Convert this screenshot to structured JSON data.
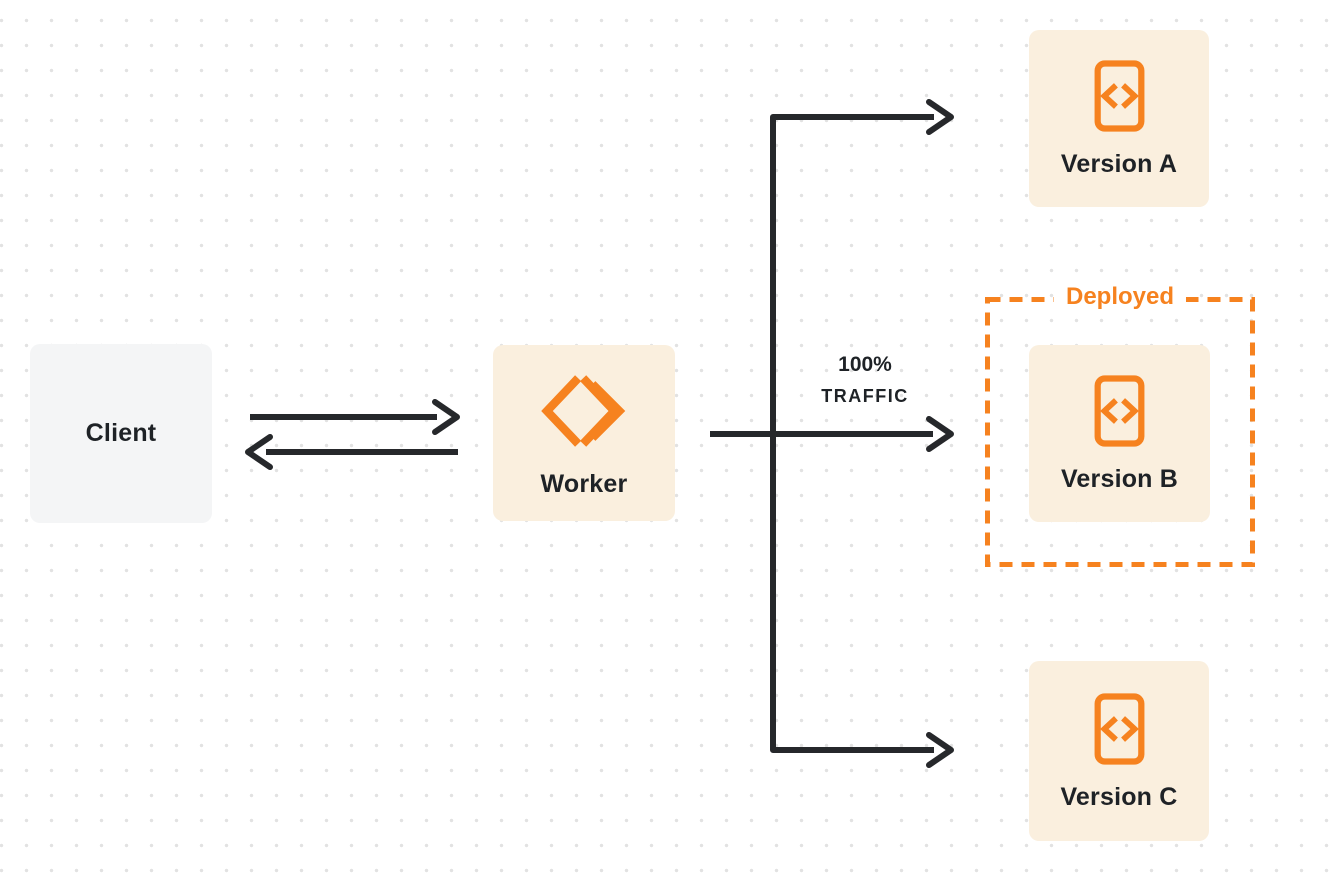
{
  "colors": {
    "orange": "#F6821F",
    "cream": "#FAEFDE",
    "gray": "#F4F5F6",
    "ink": "#1E2226",
    "arrow": "#26282B",
    "dot": "#E2E2E2",
    "bg": "#FFFFFF"
  },
  "nodes": {
    "client": {
      "label": "Client"
    },
    "worker": {
      "label": "Worker",
      "icon": "workers-logo-icon"
    },
    "version_a": {
      "label": "Version A",
      "icon": "code-document-icon"
    },
    "version_b": {
      "label": "Version B",
      "icon": "code-document-icon"
    },
    "version_c": {
      "label": "Version C",
      "icon": "code-document-icon"
    }
  },
  "annotations": {
    "deployed_label": "Deployed",
    "traffic_line1": "100%",
    "traffic_line2": "TRAFFIC"
  }
}
